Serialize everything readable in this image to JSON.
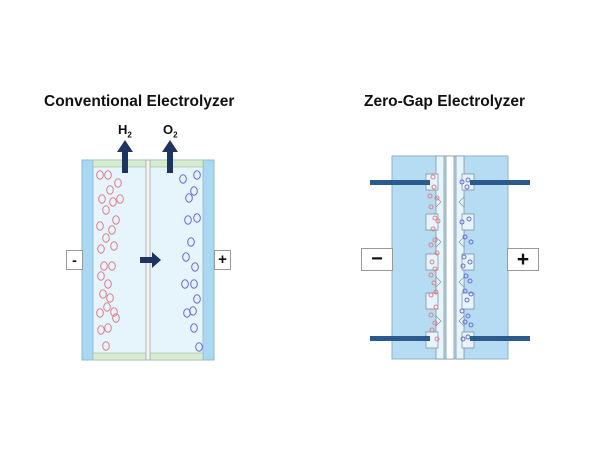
{
  "conventional": {
    "title": "Conventional Electrolyzer",
    "gas_left": {
      "symbol": "H",
      "subscript": "2"
    },
    "gas_right": {
      "symbol": "O",
      "subscript": "2"
    },
    "terminal_negative": "-",
    "terminal_positive": "+"
  },
  "zero_gap": {
    "title": "Zero-Gap Electrolyzer",
    "terminal_negative": "−",
    "terminal_positive": "+"
  },
  "colors": {
    "electrode": "#a9d8f2",
    "electrolyte": "#e6f4fc",
    "gasket": "#d6ebd0",
    "arrow": "#1f3461",
    "h2_bubble": "#e0808a",
    "o2_bubble": "#6a6ae0",
    "rod": "#2b5a8f",
    "zero_gap_body": "#b5dcf2"
  }
}
